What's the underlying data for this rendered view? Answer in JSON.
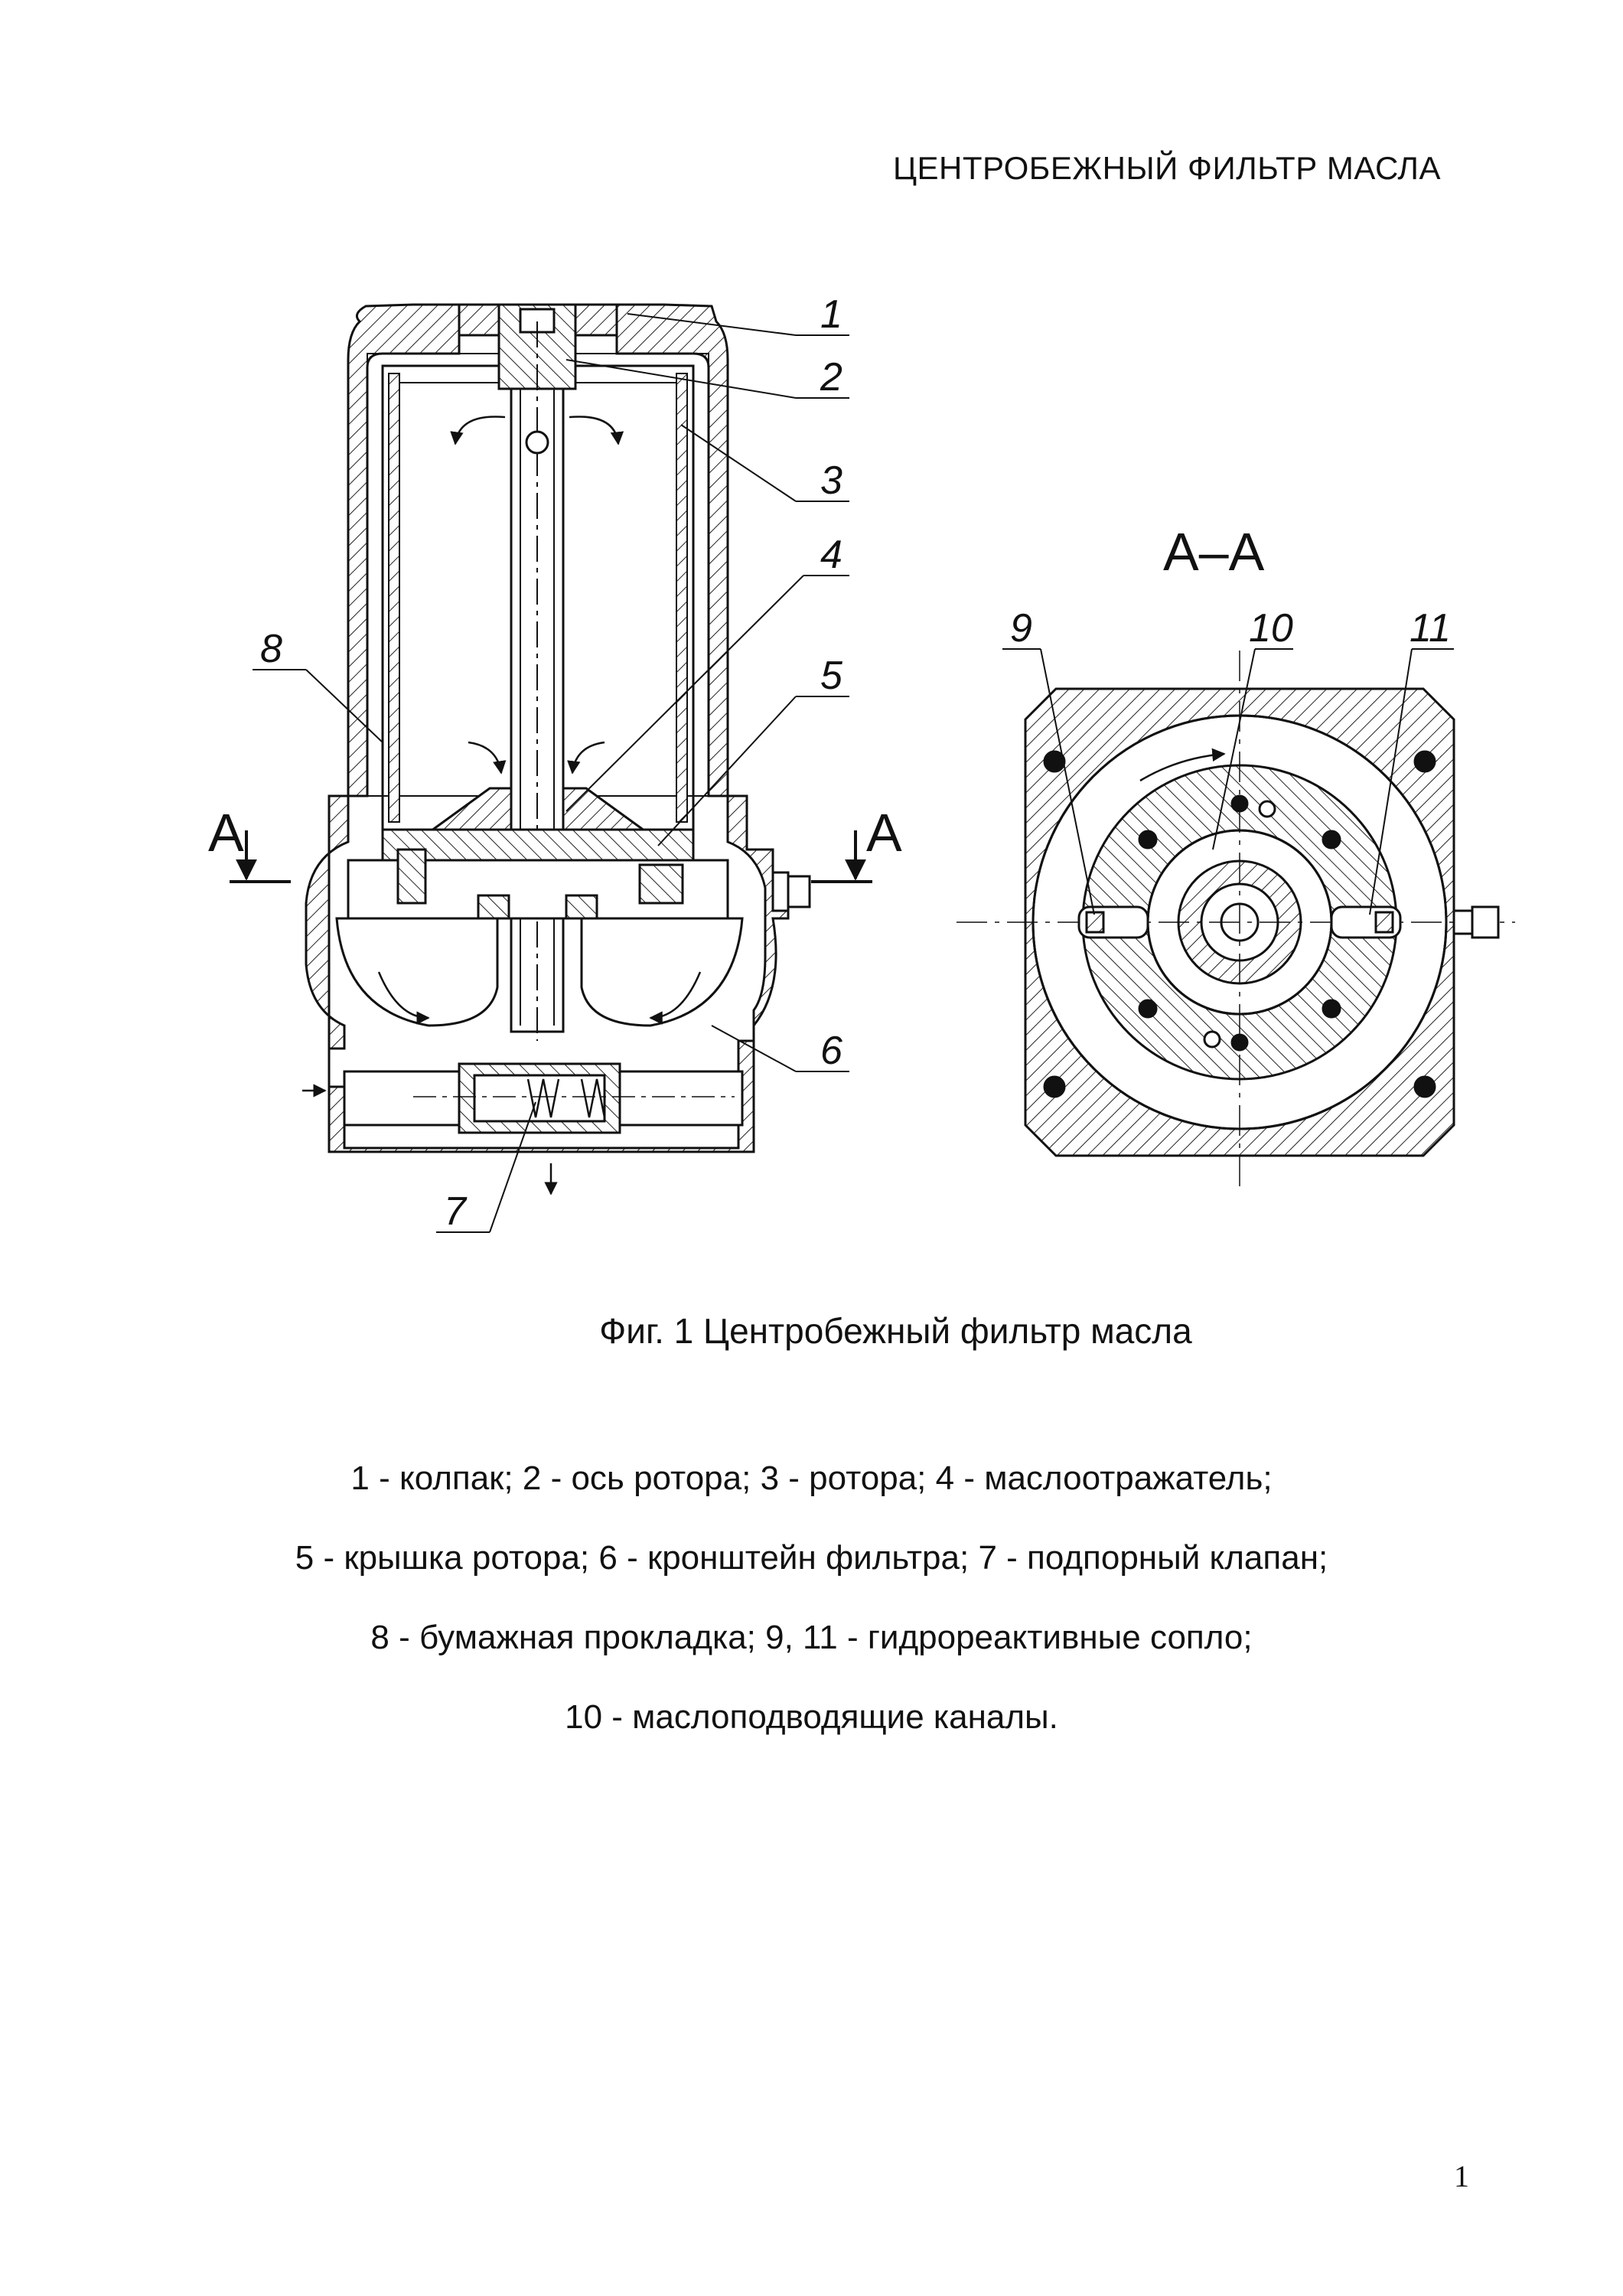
{
  "header": {
    "title": "ЦЕНТРОБЕЖНЫЙ  ФИЛЬТР МАСЛА"
  },
  "figure": {
    "section_marks": {
      "left": "A",
      "right": "A"
    },
    "section_view_label": "A–A",
    "callouts_main": [
      "1",
      "2",
      "3",
      "4",
      "5",
      "6",
      "7",
      "8"
    ],
    "callouts_section": [
      "9",
      "10",
      "11"
    ],
    "caption": "Фиг. 1 Центробежный фильтр масла"
  },
  "legend": {
    "lines": [
      "1 - колпак; 2 - ось ротора; 3 - ротора; 4 - маслоотражатель;",
      "5 - крышка ротора; 6 - кронштейн фильтра; 7 - подпорный клапан;",
      "8 - бумажная прокладка; 9, 11 - гидрореактивные сопло;",
      "10 - маслоподводящие каналы."
    ]
  },
  "page": {
    "number": "1"
  }
}
